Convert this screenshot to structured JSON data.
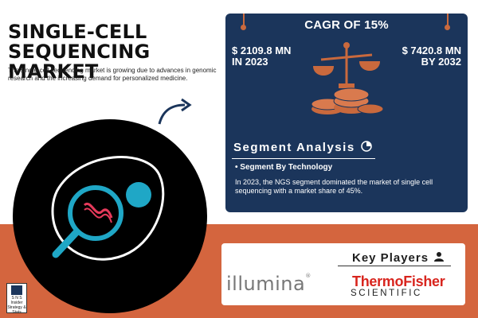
{
  "header": {
    "title": "Single-Cell Sequencing Market",
    "description": "The single-cell sequencing market is growing due to advances in genomic research and the increasing demand for personalized medicine."
  },
  "stats": {
    "cagr": "CAGR OF 15%",
    "value_2023": "$ 2109.8 MN",
    "year_2023": "IN 2023",
    "value_2032": "$ 7420.8 MN",
    "year_2032": "BY 2032"
  },
  "segment": {
    "title": "Segment Analysis",
    "bullet": "• Segment By Technology",
    "text": "In 2023, the NGS segment dominated the market of single cell sequencing with a market share of 45%."
  },
  "key_players": {
    "title": "Key Players",
    "company_1": "illumina",
    "company_2_top": "ThermoFisher",
    "company_2_bottom": "SCIENTIFIC"
  },
  "brand": {
    "logo_text": "S N S Insider",
    "tagline": "Strategy & Stats"
  },
  "colors": {
    "navy": "#1b355b",
    "orange": "#d4653e",
    "teal": "#1fa7c6",
    "thermo_red": "#d8251e"
  },
  "icons": [
    "magnifier-cell-icon",
    "money-scale-icon",
    "coin-stack-icon",
    "pie-chart-icon",
    "users-icon",
    "arrow-icon"
  ]
}
